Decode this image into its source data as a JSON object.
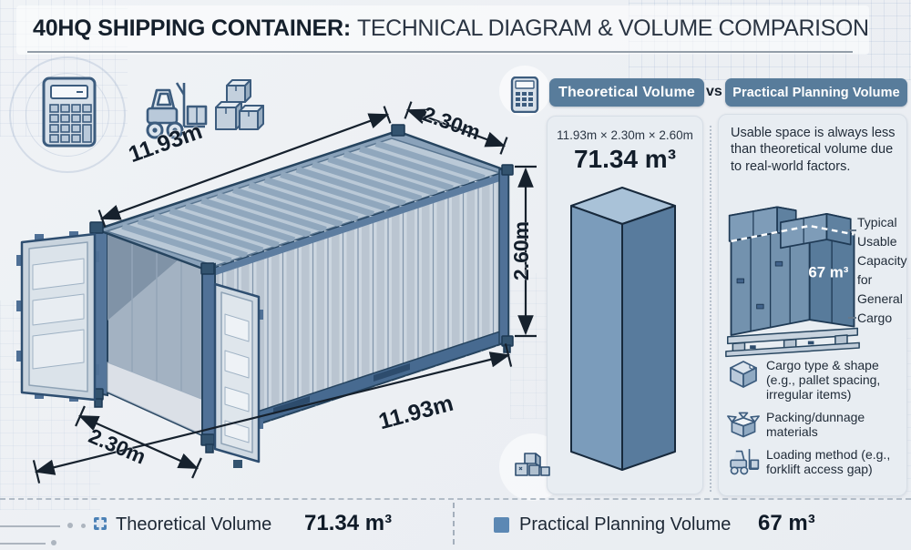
{
  "title": {
    "strong": "40HQ SHIPPING CONTAINER:",
    "rest": "TECHNICAL DIAGRAM & VOLUME COMPARISON"
  },
  "diagram": {
    "dim_top_length": "11.93m",
    "dim_top_width": "2.30m",
    "dim_height": "2.60m",
    "dim_bottom_length": "11.93m",
    "dim_bottom_width": "2.30m"
  },
  "comparison": {
    "vs": "vs"
  },
  "theoretical": {
    "header": "Theoretical Volume",
    "dims": "11.93m × 2.30m × 2.60m",
    "volume": "71.34 m³"
  },
  "practical": {
    "header": "Practical Planning Volume",
    "note": "Usable space is always less than theoretical volume due to real-world factors.",
    "stack_label": "67 m³",
    "caption": "Typical Usable Capacity for General Cargo",
    "factors": [
      {
        "icon": "box-icon",
        "text": "Cargo type & shape (e.g., pallet spacing, irregular items)"
      },
      {
        "icon": "open-box-icon",
        "text": "Packing/dunnage materials"
      },
      {
        "icon": "forklift-icon",
        "text": "Loading method (e.g., forklift access gap)"
      }
    ]
  },
  "legend": {
    "theoretical_label": "Theoretical Volume",
    "theoretical_value": "71.34 m³",
    "practical_label": "Practical Planning Volume",
    "practical_value": "67 m³"
  },
  "colors": {
    "accent_badge": "#587c9b",
    "container_blue": "#7e9fbe",
    "column_front": "#7e9fbe",
    "column_side": "#5d80a1",
    "column_top": "#abc3d9",
    "legend_theoretical_swatch": "#4b81b6",
    "legend_practical_swatch": "#5c88b4",
    "ink": "#16202d"
  }
}
